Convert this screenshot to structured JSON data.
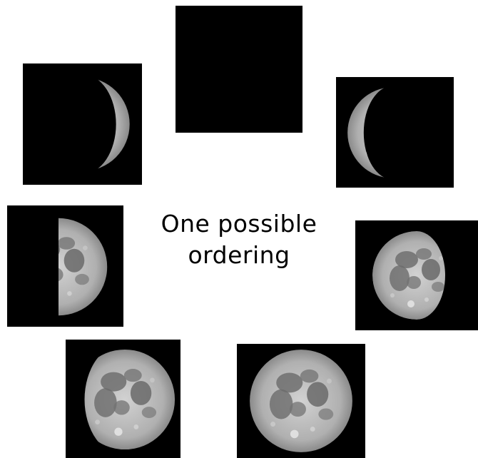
{
  "caption": {
    "line1": "One possible",
    "line2": "ordering"
  },
  "moon_images": [
    {
      "phase": "new moon"
    },
    {
      "phase": "waxing crescent"
    },
    {
      "phase": "first quarter"
    },
    {
      "phase": "waxing gibbous"
    },
    {
      "phase": "full moon"
    },
    {
      "phase": "waning gibbous"
    },
    {
      "phase": "waning crescent"
    }
  ],
  "colors": {
    "tile_background": "#000000",
    "moon_surface": "#b8b8b8",
    "maria": "#6f6f6f",
    "page_background": "#ffffff"
  }
}
